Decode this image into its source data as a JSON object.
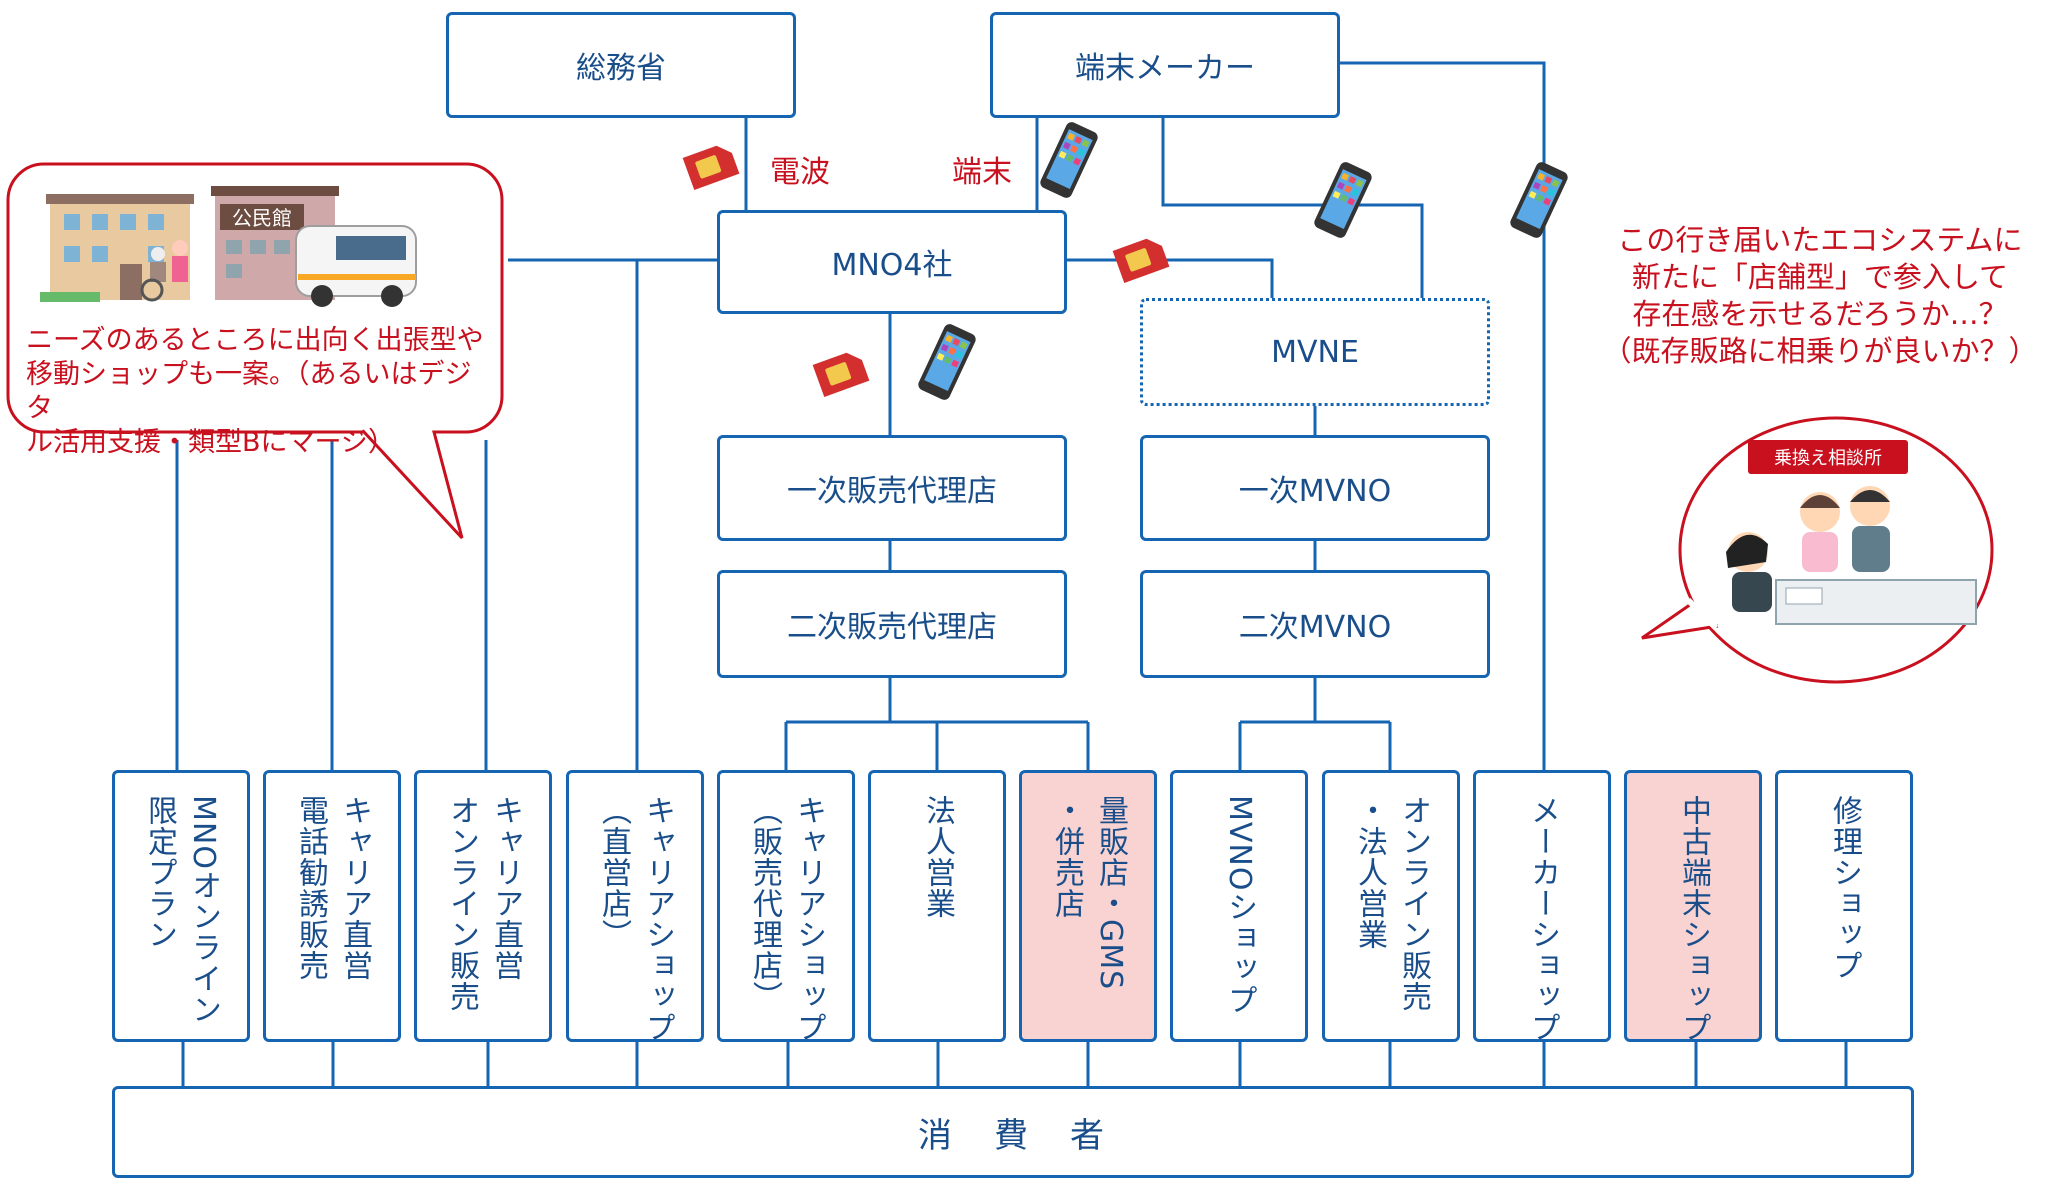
{
  "top": {
    "somusho": "総務省",
    "maker": "端末メーカー",
    "mno": "MNO4社",
    "mvne": "MVNE",
    "agent1": "一次販売代理店",
    "agent2": "二次販売代理店",
    "mvno1": "一次MVNO",
    "mvno2": "二次MVNO"
  },
  "labels": {
    "denpa": "電波",
    "tanmatsu": "端末"
  },
  "channels": [
    {
      "id": "mno-online",
      "lines": [
        "MNOオンライン",
        "限定プラン"
      ],
      "highlight": false
    },
    {
      "id": "carrier-phone",
      "lines": [
        "キャリア直営",
        "電話勧誘販売"
      ],
      "highlight": false
    },
    {
      "id": "carrier-online",
      "lines": [
        "キャリア直営",
        "オンライン販売"
      ],
      "highlight": false
    },
    {
      "id": "carrier-shop-direct",
      "lines": [
        "キャリアショップ",
        "（直営店）"
      ],
      "highlight": false
    },
    {
      "id": "carrier-shop-agent",
      "lines": [
        "キャリアショップ",
        "（販売代理店）"
      ],
      "highlight": false
    },
    {
      "id": "corporate-sales",
      "lines": [
        "法人営業"
      ],
      "highlight": false
    },
    {
      "id": "mass-retail",
      "lines": [
        "量販店・GMS",
        "・併売店"
      ],
      "highlight": true
    },
    {
      "id": "mvno-shop",
      "lines": [
        "MVNOショップ"
      ],
      "highlight": false
    },
    {
      "id": "online-corp",
      "lines": [
        "オンライン販売",
        "・法人営業"
      ],
      "highlight": false
    },
    {
      "id": "maker-shop",
      "lines": [
        "メーカーショップ"
      ],
      "highlight": false
    },
    {
      "id": "used-shop",
      "lines": [
        "中古端末ショップ"
      ],
      "highlight": true
    },
    {
      "id": "repair-shop",
      "lines": [
        "修理ショップ"
      ],
      "highlight": false
    }
  ],
  "consumer": "消　費　者",
  "note_right": [
    "この行き届いたエコシステムに",
    "新たに「店舗型」で参入して",
    "存在感を示せるだろうか…？",
    "（既存販路に相乗りが良いか？）"
  ],
  "bubble_left": [
    "ニーズのあるところに出向く出張型や",
    "移動ショップも一案。（あるいはデジタ",
    "ル活用支援・類型Bにマージ）"
  ],
  "bubble_left_sign": "公民館",
  "bubble_right_sign": "乗換え相談所",
  "colors": {
    "line": "#1565b2",
    "text": "#1a4e8a",
    "accent": "#c8101e",
    "pink": "#f9d3d1"
  }
}
